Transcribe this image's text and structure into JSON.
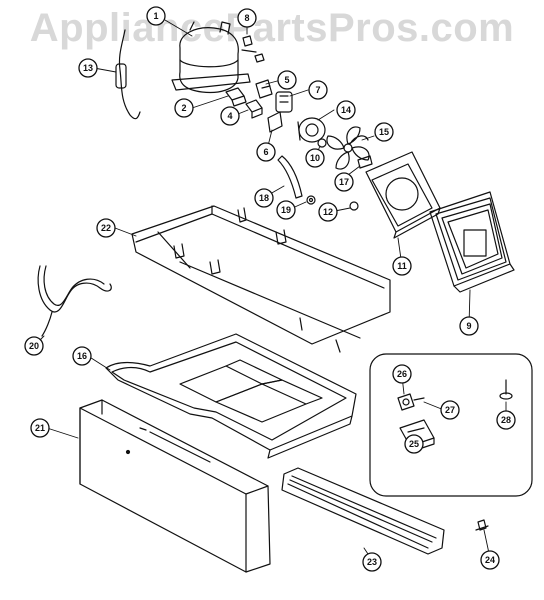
{
  "watermark": "AppliancePartsPros.com",
  "callouts": [
    "1",
    "2",
    "4",
    "5",
    "6",
    "7",
    "8",
    "9",
    "10",
    "11",
    "12",
    "13",
    "14",
    "15",
    "16",
    "17",
    "18",
    "19",
    "20",
    "21",
    "22",
    "23",
    "24",
    "25",
    "26",
    "27",
    "28"
  ]
}
